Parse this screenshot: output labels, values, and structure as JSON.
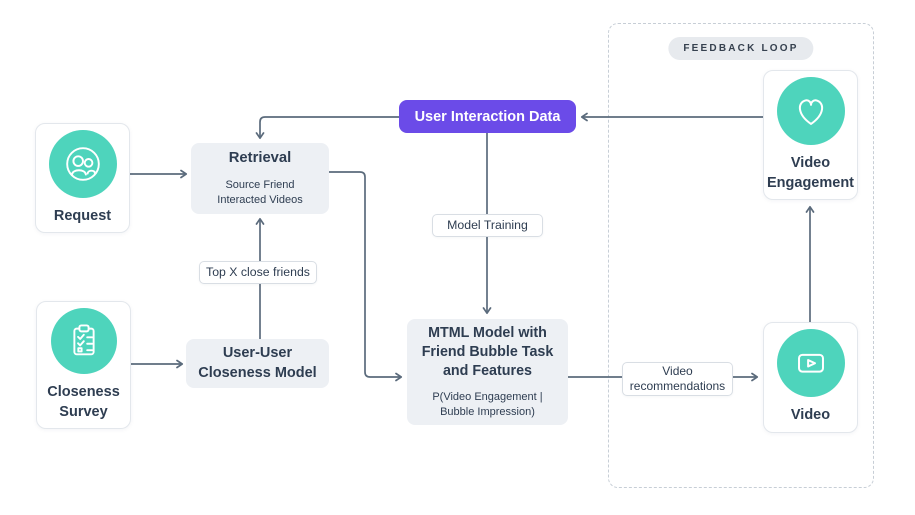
{
  "colors": {
    "accent_purple": "#6b4be8",
    "teal": "#4ed4bc",
    "line": "#5b6b7c",
    "box_bg": "#edf0f4",
    "text_dark": "#2e3d51",
    "pill_bg": "#e7eaee",
    "dashed_border": "#c7ced6"
  },
  "diagram": {
    "feedback_loop_label": "FEEDBACK LOOP",
    "nodes": {
      "request": {
        "label": "Request",
        "icon": "friends-icon"
      },
      "closeness_survey": {
        "label": "Closeness\nSurvey",
        "icon": "survey-clipboard-icon"
      },
      "retrieval": {
        "title": "Retrieval",
        "subtitle": "Source Friend\nInteracted Videos"
      },
      "user_user_closeness_model": {
        "title": "User-User\nCloseness Model"
      },
      "user_interaction_data": {
        "title": "User Interaction Data"
      },
      "mtml_model": {
        "title": "MTML Model with\nFriend Bubble Task\nand Features",
        "subtitle": "P(Video Engagement |\nBubble Impression)"
      },
      "video_engagement": {
        "label": "Video\nEngagement",
        "icon": "heart-icon"
      },
      "video": {
        "label": "Video",
        "icon": "video-play-icon"
      }
    },
    "edge_labels": {
      "top_x_close_friends": "Top X close friends",
      "model_training": "Model Training",
      "video_recommendations": "Video\nrecommendations"
    }
  }
}
